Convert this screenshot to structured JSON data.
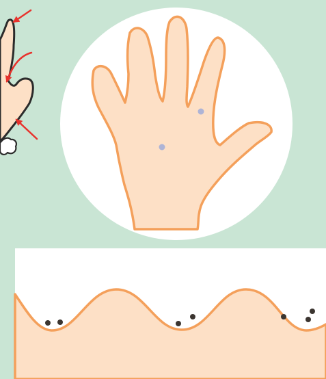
{
  "illustration": {
    "colors": {
      "background": "#c9e5d4",
      "skin": "#fde0c6",
      "skin_outline": "#f4a05b",
      "circle": "#ffffff",
      "arrow": "#e8322c",
      "germ_dots_palm": "#aeb4d6",
      "germ_dots_skin": "#3b3530",
      "foam": "#ffffff",
      "foam_outline": "#2b2b2b",
      "panel_background": "#ffffff"
    },
    "panels": [
      {
        "name": "partial-hand-closeup",
        "icons": [
          "finger-outline",
          "red-arrow",
          "soap-foam"
        ]
      },
      {
        "name": "palm-in-circle",
        "icons": [
          "open-palm",
          "germ-dot"
        ]
      },
      {
        "name": "skin-wrinkle-crosssection",
        "icons": [
          "wavy-skin-surface",
          "dirt-particle"
        ]
      }
    ]
  }
}
